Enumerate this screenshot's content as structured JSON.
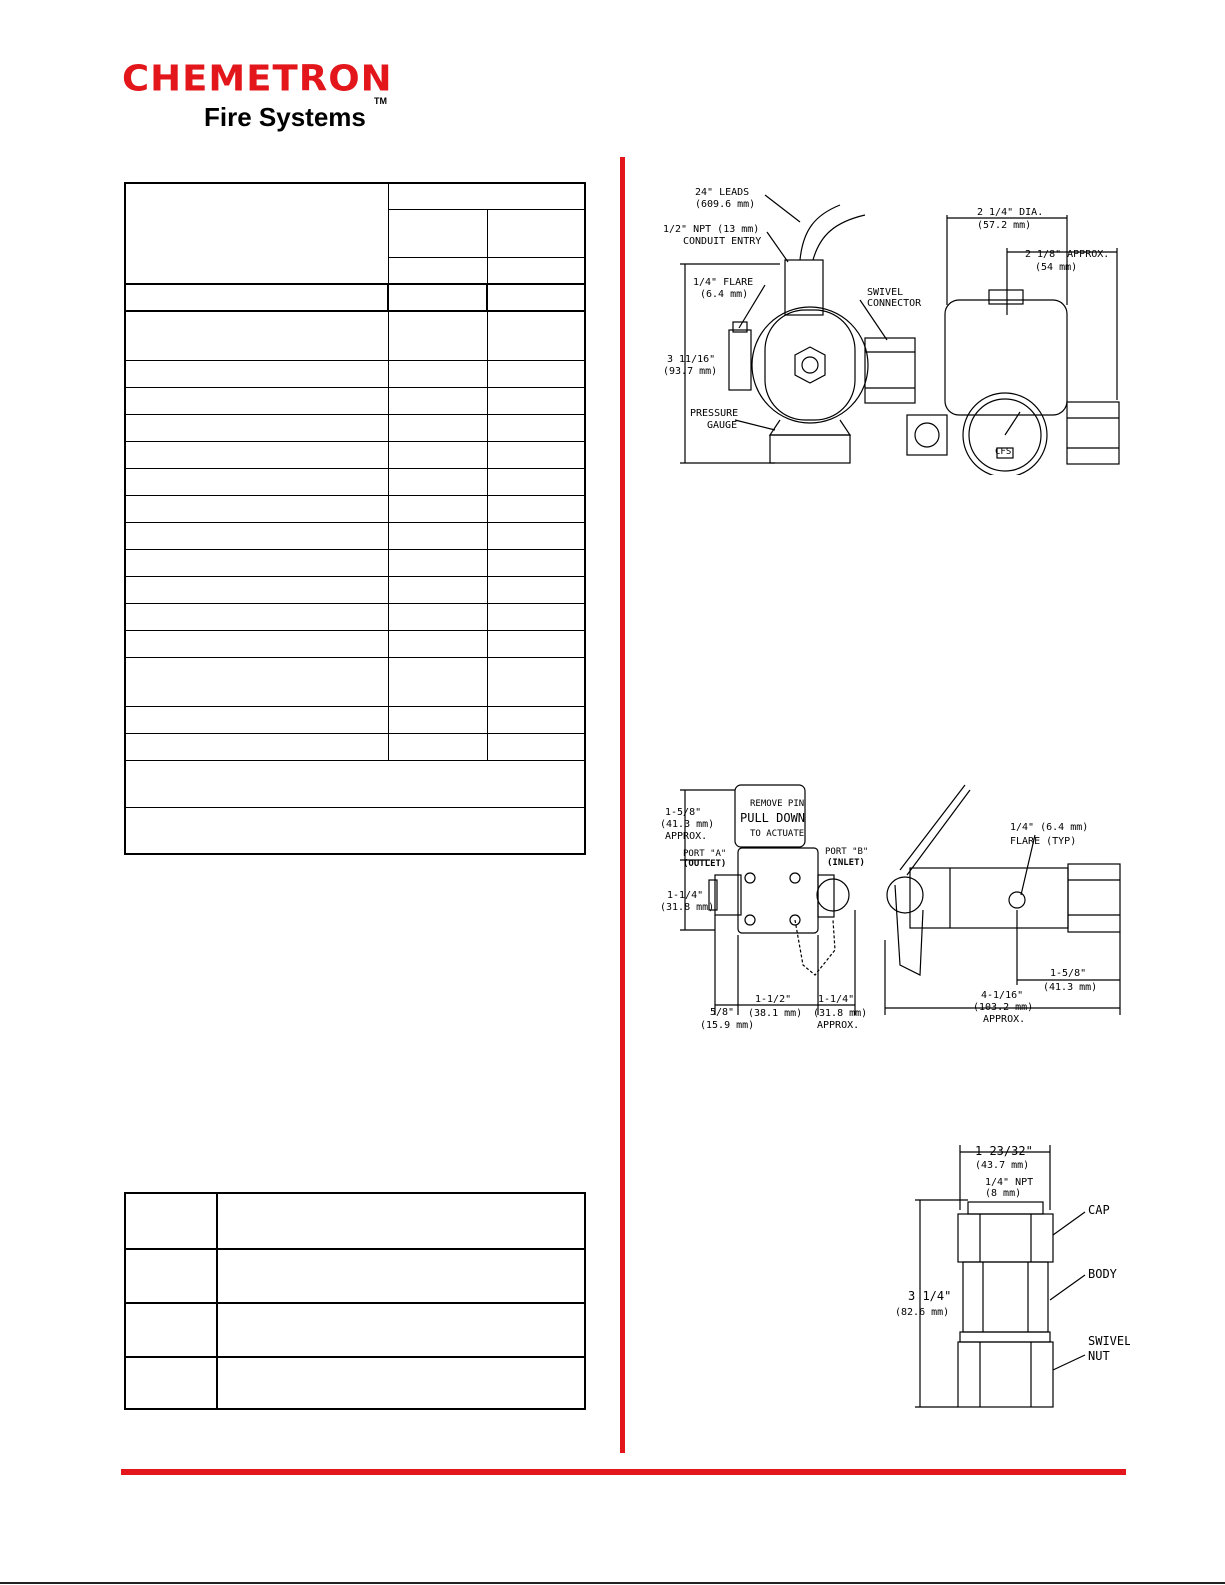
{
  "logo": {
    "brand": "CHEMETRON",
    "subtitle": "Fire Systems",
    "trademark": "TM"
  },
  "drawing_1": {
    "leads": "24\" LEADS",
    "leads_mm": "(609.6 mm)",
    "npt": "1/2\" NPT (13 mm)",
    "conduit": "CONDUIT ENTRY",
    "flare": "1/4\" FLARE",
    "flare_mm": "(6.4 mm)",
    "height": "3 11/16\"",
    "height_mm": "(93.7 mm)",
    "pressure": "PRESSURE",
    "gauge": "GAUGE",
    "swivel": "SWIVEL",
    "connector": "CONNECTOR",
    "dia": "2 1/4\" DIA.",
    "dia_mm": "(57.2 mm)",
    "approx": "2 1/8\" APPROX.",
    "approx_mm": "(54 mm)",
    "cfs": "CFS"
  },
  "drawing_2": {
    "h1": "1-5/8\"",
    "h1_mm": "(41.3 mm)",
    "h1_approx": "APPROX.",
    "remove_pin": "REMOVE PIN",
    "pull_down": "PULL DOWN",
    "to_actuate": "TO ACTUATE",
    "port_a": "PORT \"A\"",
    "outlet": "(OUTLET)",
    "port_b": "PORT \"B\"",
    "inlet": "(INLET)",
    "h2": "1-1/4\"",
    "h2_mm": "(31.8 mm)",
    "w1": "5/8\"",
    "w1_mm": "(15.9 mm)",
    "w2": "1-1/2\"",
    "w2_mm": "(38.1 mm)",
    "w3": "1-1/4\"",
    "w3_mm": "(31.8 mm)",
    "w3_approx": "APPROX.",
    "flare": "1/4\" (6.4 mm)",
    "flare_typ": "FLARE (TYP)",
    "r1": "1-5/8\"",
    "r1_mm": "(41.3 mm)",
    "r2": "4-1/16\"",
    "r2_mm": "(103.2 mm)",
    "r2_approx": "APPROX."
  },
  "drawing_3": {
    "width": "1 23/32\"",
    "width_mm": "(43.7 mm)",
    "npt": "1/4\" NPT",
    "npt_mm": "(8 mm)",
    "height": "3 1/4\"",
    "height_mm": "(82.6 mm)",
    "cap": "CAP",
    "body": "BODY",
    "swivel": "SWIVEL",
    "nut": "NUT"
  }
}
